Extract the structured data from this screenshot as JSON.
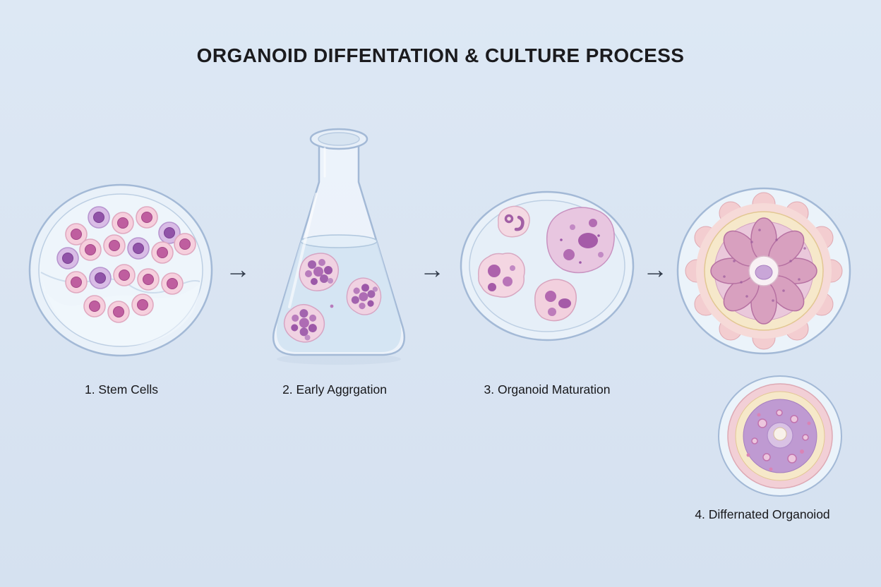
{
  "title": "ORGANOID DIFFENTATION & CULTURE PROCESS",
  "stages": [
    {
      "label": "1. Stem Cells"
    },
    {
      "label": "2. Early Aggrgation"
    },
    {
      "label": "3. Organoid Maturation"
    },
    {
      "label": "4. Differnated Organoiod"
    }
  ],
  "icons": {
    "arrow": "→"
  },
  "colors": {
    "background": "#dbe6f3",
    "dish_stroke": "#a3b9d6",
    "dish_fill": "#e9f1f9",
    "cell_pink": "#f6cfdd",
    "cell_purple": "#d9bce6",
    "nucleus_magenta": "#bf5e9f",
    "nucleus_purple": "#9153a8",
    "aggregate_dot": "#a263ae",
    "organoid_petal": "#d8a0bf",
    "organoid_ring_cream": "#f6e8ca",
    "organoid_rim_pink": "#f3cdd0",
    "small_organoid_core": "#bf9ad2",
    "arrow_color": "#323c4b",
    "text": "#1b1b1e"
  }
}
